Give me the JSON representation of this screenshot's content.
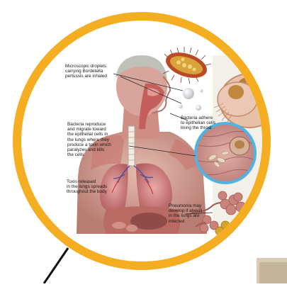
{
  "labels": {
    "droplets": "Microscopic droplets\ncarrying Bordetella\npertussis are inhaled",
    "adhere": "Bacteria adhere\nto epithelian cells\nlining the throat",
    "reproduce": "Bacteria reproduce\nand migrate toward\nthe epithelial cells in\nthe lungs where they\nproduce a toxin which\nparalyzes and kills\nthe cells",
    "toxin": "Toxin released\nin the lungs spreads\nthroughout the body",
    "pneumonia": "Pneumonia may\ndevelop if alveoli\nin the lungs are\ninfected"
  },
  "colors": {
    "ring": "#f5ad22",
    "lens_border": "#4fb3e3",
    "skin": "#d9a59a",
    "muscle": "#c96b6b",
    "lung": "#d98b8b",
    "bacteria": "#d6a32c"
  }
}
